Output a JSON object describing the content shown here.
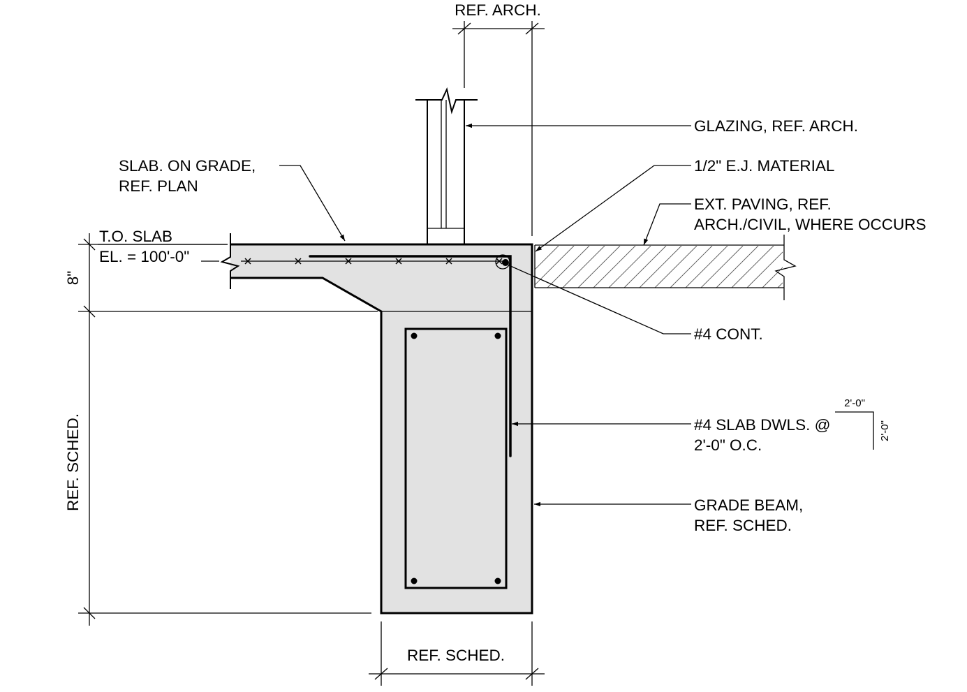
{
  "labels": {
    "ref_arch_top": "REF. ARCH.",
    "glazing": "GLAZING, REF. ARCH.",
    "slab_on_grade_1": "SLAB. ON GRADE,",
    "slab_on_grade_2": "REF. PLAN",
    "ej_material": "1/2\" E.J. MATERIAL",
    "ext_paving_1": "EXT. PAVING, REF.",
    "ext_paving_2": "ARCH./CIVIL, WHERE OCCURS",
    "to_slab": "T.O. SLAB",
    "elevation": "EL. = 100'-0\"",
    "slab_thickness": "8\"",
    "cont_bar": "#4 CONT.",
    "dowels_1": "#4 SLAB DWLS. @",
    "dowels_2": "2'-0\" O.C.",
    "dowel_leg_h": "2'-0\"",
    "dowel_leg_v": "2'-0\"",
    "grade_beam_1": "GRADE BEAM,",
    "grade_beam_2": "REF. SCHED.",
    "ref_sched_left": "REF. SCHED.",
    "ref_sched_bottom": "REF. SCHED."
  },
  "colors": {
    "concrete_fill": "#e2e2e2",
    "line": "#000000",
    "hatch": "#555555"
  }
}
